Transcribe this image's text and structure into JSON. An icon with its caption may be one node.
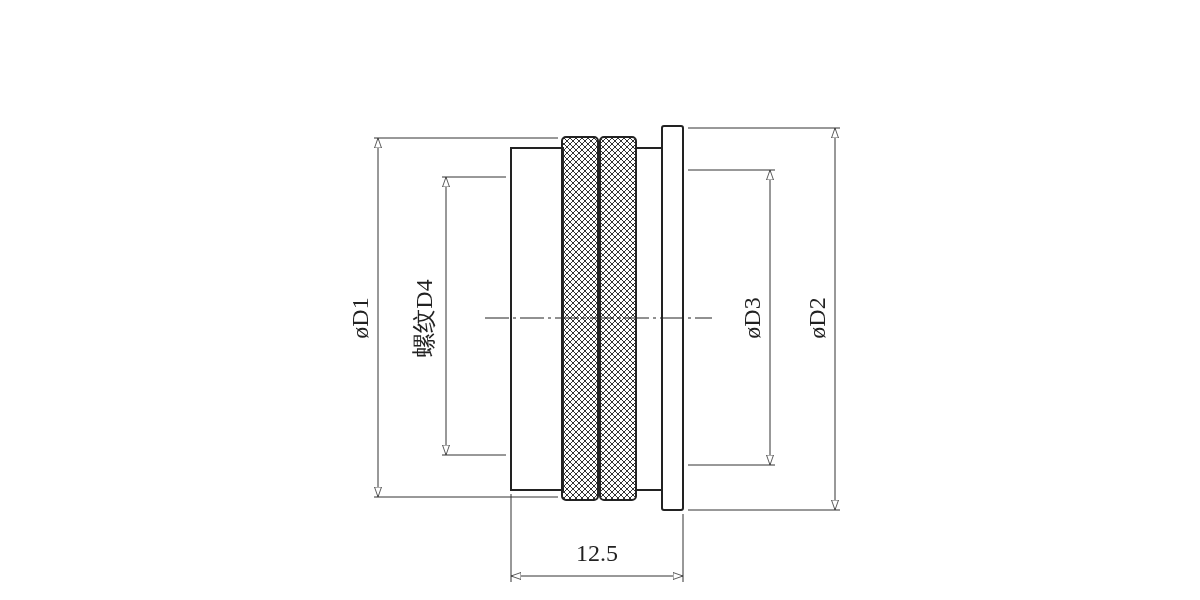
{
  "diagram": {
    "labels": [
      "øD1",
      "螺纹D4",
      "øD3",
      "øD2",
      "12.5"
    ]
  }
}
